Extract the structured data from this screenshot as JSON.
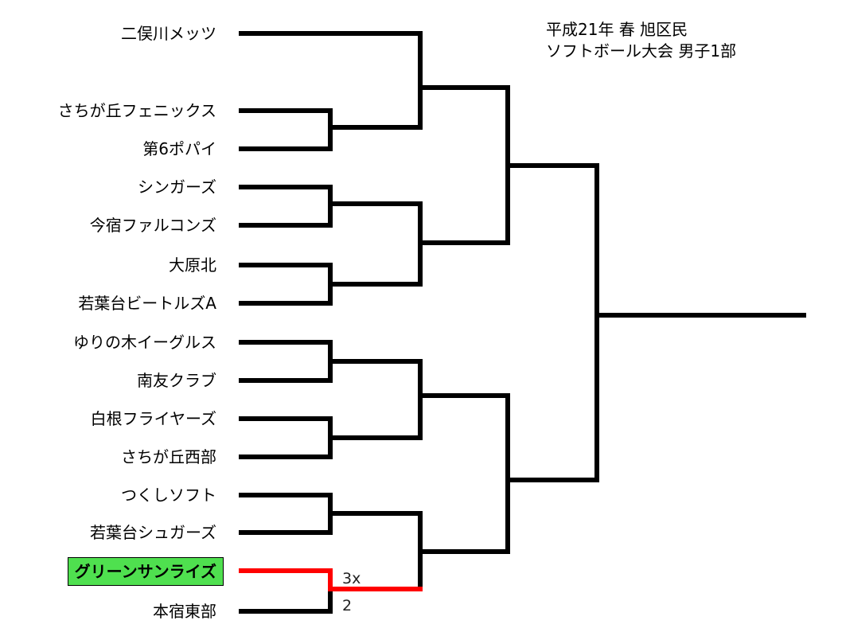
{
  "title": {
    "line1": "平成21年 春  旭区民",
    "line2": "ソフトボール大会 男子1部"
  },
  "teams": [
    "二俣川メッツ",
    "さちが丘フェニックス",
    "第6ポパイ",
    "シンガーズ",
    "今宿ファルコンズ",
    "大原北",
    "若葉台ビートルズA",
    "ゆりの木イーグルス",
    "南友クラブ",
    "白根フライヤーズ",
    "さちが丘西部",
    "つくしソフト",
    "若葉台シュガーズ",
    "グリーンサンライズ",
    "本宿東部"
  ],
  "highlight_team": "グリーンサンライズ",
  "scores": {
    "winner": "3x",
    "loser": "2"
  },
  "colors": {
    "line": "#000000",
    "winner_path": "#ff0000",
    "highlight_bg": "#4fe04f"
  }
}
